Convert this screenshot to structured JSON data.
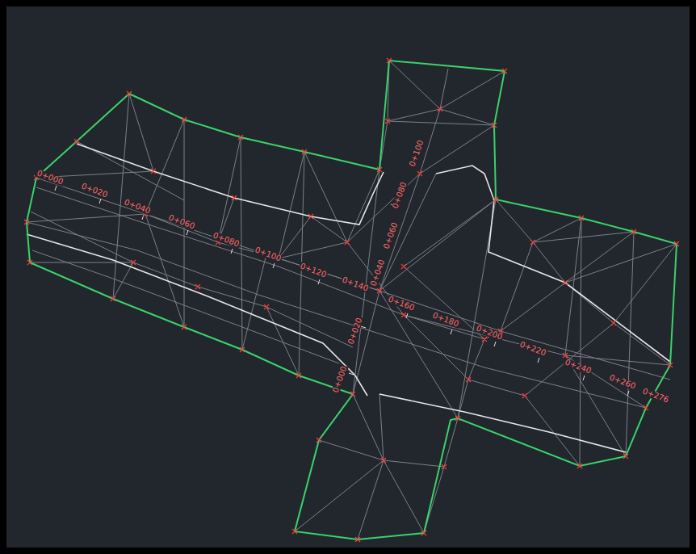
{
  "diagram": {
    "labels": [
      "0+000",
      "0+020",
      "0+040",
      "0+060",
      "0+080",
      "0+100",
      "0+120",
      "0+140",
      "0+160",
      "0+180",
      "0+200",
      "0+220",
      "0+240",
      "0+260",
      "0+276",
      "0+000",
      "0+020",
      "0+040",
      "0+060",
      "0+080",
      "0+100"
    ]
  }
}
